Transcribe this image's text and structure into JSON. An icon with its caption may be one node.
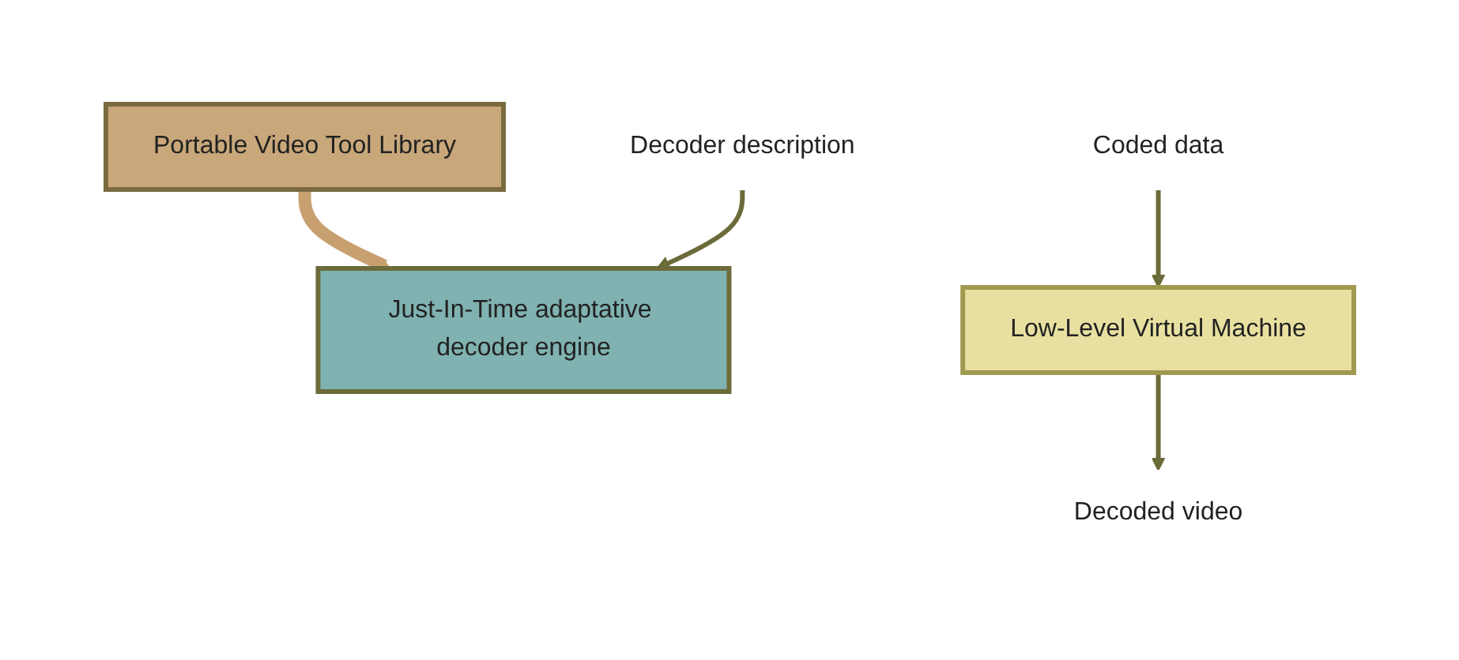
{
  "diagram": {
    "nodes": [
      {
        "text": [
          "Portable Video Tool Library"
        ]
      },
      {
        "text": [
          "Decoder description"
        ]
      },
      {
        "text": [
          "Just-In-Time adaptative decoder engine"
        ]
      },
      {
        "text": [
          "Coded data"
        ]
      },
      {
        "text": [
          "Low-Level Virtual Machine"
        ]
      },
      {
        "text": [
          "Decoded video"
        ]
      }
    ],
    "edges": [
      {
        "from": 0,
        "to": 2,
        "arrow": "to",
        "style": "thick",
        "color": "#c8a070"
      },
      {
        "from": 1,
        "to": 2,
        "arrow": "to"
      },
      {
        "from": 3,
        "to": 4,
        "arrow": "to"
      },
      {
        "from": 4,
        "to": 5,
        "arrow": "to"
      }
    ]
  }
}
